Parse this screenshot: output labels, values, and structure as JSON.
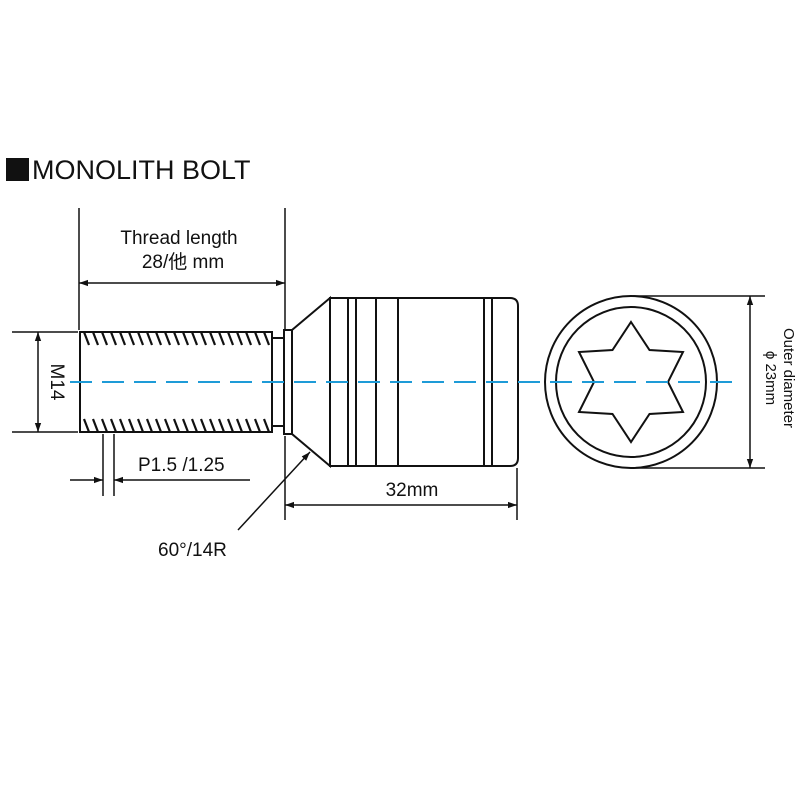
{
  "title": "MONOLITH BOLT",
  "labels": {
    "thread_length_line1": "Thread length",
    "thread_length_line2": "28/他 mm",
    "thread_size": "M14",
    "pitch": "P1.5 /1.25",
    "head_length": "32mm",
    "seat": "60°/14R",
    "outer_diameter_line1": "Outer diameter",
    "outer_diameter_line2": "ϕ 23mm"
  },
  "colors": {
    "line": "#111111",
    "centerline": "#1e9bd7"
  }
}
